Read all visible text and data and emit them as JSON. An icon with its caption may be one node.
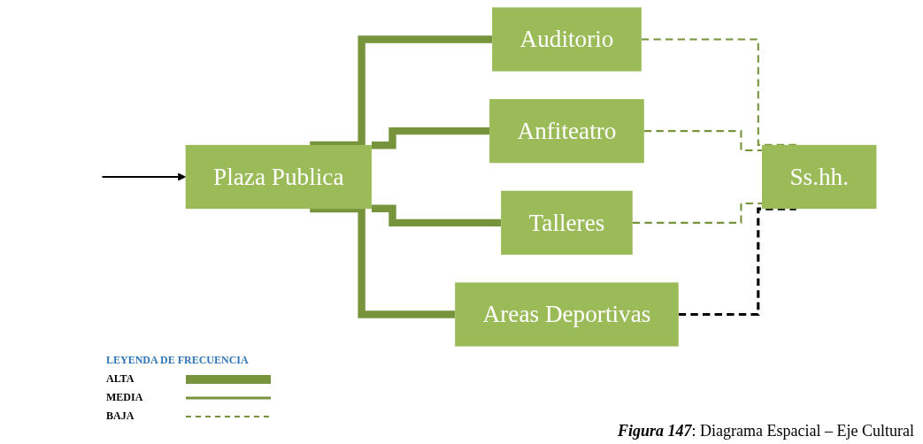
{
  "diagram": {
    "caption": "**Figura 147**: Diagrama Espacial – Eje Cultural",
    "nodes": [
      {
        "text": [
          "Plaza Publica"
        ]
      },
      {
        "text": [
          "Auditorio"
        ]
      },
      {
        "text": [
          "Anfiteatro"
        ]
      },
      {
        "text": [
          "Talleres"
        ]
      },
      {
        "text": [
          "Areas Deportivas"
        ]
      },
      {
        "text": [
          "Ss.hh."
        ]
      }
    ],
    "edges": [
      {
        "from": null,
        "to": 0,
        "arrow": "to",
        "color": "#000000"
      },
      {
        "from": 0,
        "to": 1,
        "arrow": "none",
        "style": "thick"
      },
      {
        "from": 0,
        "to": 2,
        "arrow": "none",
        "style": "thick"
      },
      {
        "from": 0,
        "to": 3,
        "arrow": "none",
        "style": "thick"
      },
      {
        "from": 0,
        "to": 4,
        "arrow": "none",
        "style": "thick"
      },
      {
        "from": 1,
        "to": 5,
        "arrow": "none",
        "style": "dashed"
      },
      {
        "from": 2,
        "to": 5,
        "arrow": "none",
        "style": "dashed"
      },
      {
        "from": 3,
        "to": 5,
        "arrow": "none",
        "style": "dashed"
      },
      {
        "from": 4,
        "to": 5,
        "arrow": "none",
        "style": "dashed",
        "color": "#000000"
      }
    ],
    "legend": [
      {
        "text": "LEYENDA DE FRECUENCIA"
      },
      {
        "text": "ALTA"
      },
      {
        "text": "MEDIA"
      },
      {
        "text": "BAJA"
      }
    ]
  }
}
